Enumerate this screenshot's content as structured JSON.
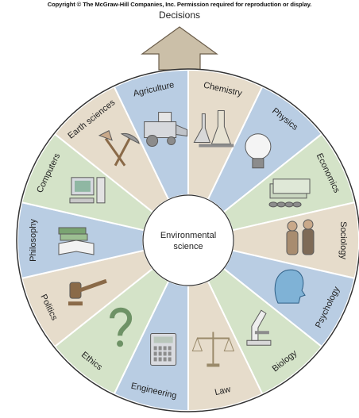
{
  "header": {
    "copyright": "Copyright © The McGraw-Hill Companies, Inc. Permission required for reproduction or display.",
    "top_label": "Decisions"
  },
  "center": {
    "line1": "Environmental",
    "line2": "science"
  },
  "segments": [
    {
      "label": "Chemistry",
      "color": "#e6dccb",
      "icon": "flasks-icon"
    },
    {
      "label": "Physics",
      "color": "#b9cde3",
      "icon": "light-bulb-icon"
    },
    {
      "label": "Economics",
      "color": "#d4e3c8",
      "icon": "money-icon"
    },
    {
      "label": "Sociology",
      "color": "#e6dccb",
      "icon": "people-icon"
    },
    {
      "label": "Psychology",
      "color": "#b9cde3",
      "icon": "head-icon"
    },
    {
      "label": "Biology",
      "color": "#d4e3c8",
      "icon": "microscope-icon"
    },
    {
      "label": "Law",
      "color": "#e6dccb",
      "icon": "scales-icon"
    },
    {
      "label": "Engineering",
      "color": "#b9cde3",
      "icon": "calculator-icon"
    },
    {
      "label": "Ethics",
      "color": "#d4e3c8",
      "icon": "question-mark-icon"
    },
    {
      "label": "Politics",
      "color": "#e6dccb",
      "icon": "gavel-icon"
    },
    {
      "label": "Philosophy",
      "color": "#b9cde3",
      "icon": "books-icon"
    },
    {
      "label": "Computers",
      "color": "#d4e3c8",
      "icon": "computer-icon"
    },
    {
      "label": "Earth sciences",
      "color": "#e6dccb",
      "icon": "shovel-pick-icon"
    },
    {
      "label": "Agriculture",
      "color": "#b9cde3",
      "icon": "combine-harvester-icon"
    }
  ]
}
